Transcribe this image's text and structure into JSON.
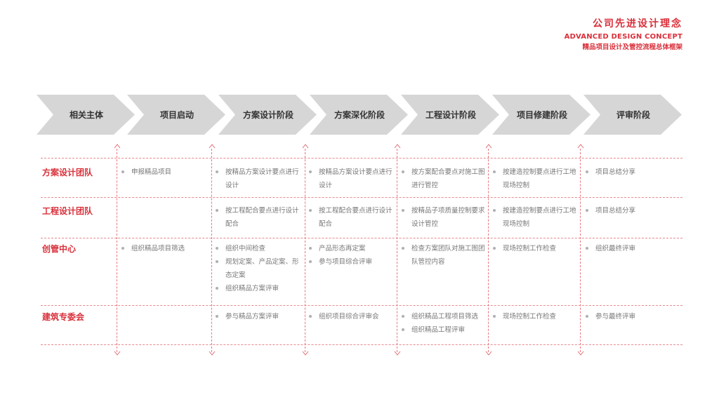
{
  "header": {
    "title_cn": "公司先进设计理念",
    "title_en": "ADVANCED DESIGN CONCEPT",
    "subtitle": "精品项目设计及管控流程总体框架"
  },
  "stages": [
    "相关主体",
    "项目启动",
    "方案设计阶段",
    "方案深化阶段",
    "工程设计阶段",
    "项目修建阶段",
    "评审阶段"
  ],
  "colors": {
    "accent": "#d9303b",
    "chevron": "#d6d6d6",
    "dashed": "#e88a8f"
  },
  "rows": [
    {
      "role": "方案设计团队",
      "cells": [
        [
          "申报精品项目"
        ],
        [
          "按精品方案设计要点进行设计"
        ],
        [
          "按精品方案设计要点进行设计"
        ],
        [
          "按方案配合要点对施工图进行管控"
        ],
        [
          "按建造控制要点进行工地现场控制"
        ],
        [
          "项目总结分享"
        ]
      ]
    },
    {
      "role": "工程设计团队",
      "cells": [
        [],
        [
          "按工程配合要点进行设计配合"
        ],
        [
          "按工程配合要点进行设计配合"
        ],
        [
          "按精品子项质量控制要求设计管控"
        ],
        [
          "按建造控制要点进行工地现场控制"
        ],
        [
          "项目总结分享"
        ]
      ]
    },
    {
      "role": "创管中心",
      "cells": [
        [
          "组织精品项目筛选"
        ],
        [
          "组织中间检查",
          "规划定案、产品定案、形态定案",
          "组织精品方案评审"
        ],
        [
          "产品形态再定案",
          "参与项目综合评审"
        ],
        [
          "检查方案团队对施工图团队管控内容"
        ],
        [
          "现场控制工作检查"
        ],
        [
          "组织最终评审"
        ]
      ]
    },
    {
      "role": "建筑专委会",
      "cells": [
        [],
        [
          "参与精品方案评审"
        ],
        [
          "组织项目综合评审会"
        ],
        [
          "组织精品工程项目筛选",
          "组织精品工程评审"
        ],
        [
          "现场控制工作检查"
        ],
        [
          "参与最终评审"
        ]
      ]
    }
  ]
}
